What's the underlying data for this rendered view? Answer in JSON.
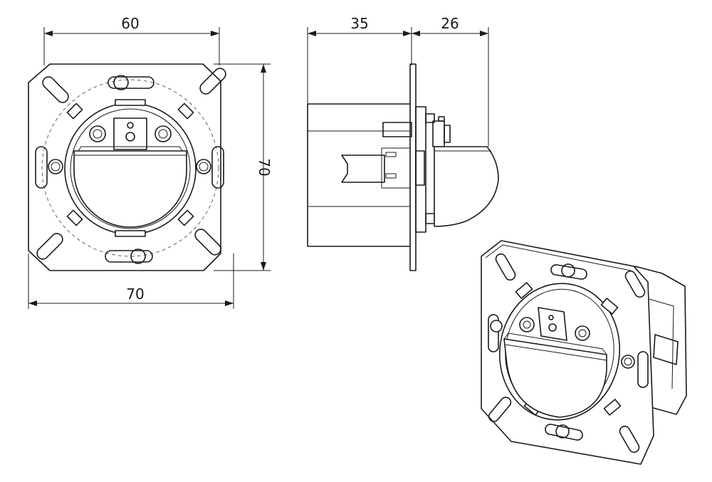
{
  "dimensions": {
    "front_width_inner": "60",
    "front_height": "70",
    "front_width_outer": "70",
    "side_depth_body": "35",
    "side_depth_lens": "26"
  },
  "views": [
    "front",
    "side",
    "isometric"
  ]
}
